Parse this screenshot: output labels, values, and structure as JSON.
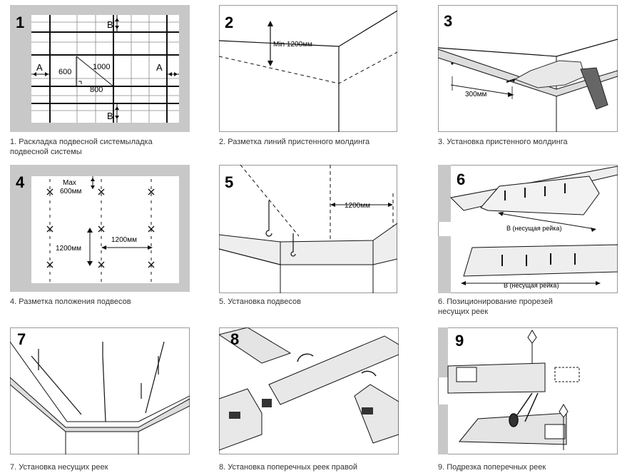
{
  "panels": [
    {
      "num": "1",
      "caption": "1. Раскладка подвесной системыладка\n    подвесной системы",
      "labels": {
        "b_top": "B",
        "b_bottom": "B",
        "a_left": "A",
        "a_right": "A",
        "d600": "600",
        "d1000": "1000",
        "d800": "800"
      }
    },
    {
      "num": "2",
      "caption": "2. Разметка линий пристенного молдинга",
      "labels": {
        "min": "Min 1200мм"
      }
    },
    {
      "num": "3",
      "caption": "3. Установка пристенного молдинга",
      "labels": {
        "d300": "300мм"
      }
    },
    {
      "num": "4",
      "caption": "4. Разметка положения подвесов",
      "labels": {
        "max": "Max",
        "max600": "600мм",
        "v1200": "1200мм",
        "h1200": "1200мм"
      }
    },
    {
      "num": "5",
      "caption": "5. Установка подвесов",
      "labels": {
        "d1200": "1200мм"
      }
    },
    {
      "num": "6",
      "caption": "6. Позиционирование прорезей\n    несущих реек",
      "labels": {
        "b1": "B (несущая рейка)",
        "b2": "B (несущая рейка)"
      }
    },
    {
      "num": "7",
      "caption": "7. Установка несущих реек"
    },
    {
      "num": "8",
      "caption": "8. Установка поперечных реек правой"
    },
    {
      "num": "9",
      "caption": "9. Подрезка поперечных реек"
    }
  ],
  "colors": {
    "frame": "#b3b3b3",
    "line": "#111111",
    "gray_fill": "#c8c8c8",
    "panel_fill": "#e4e4e4"
  }
}
